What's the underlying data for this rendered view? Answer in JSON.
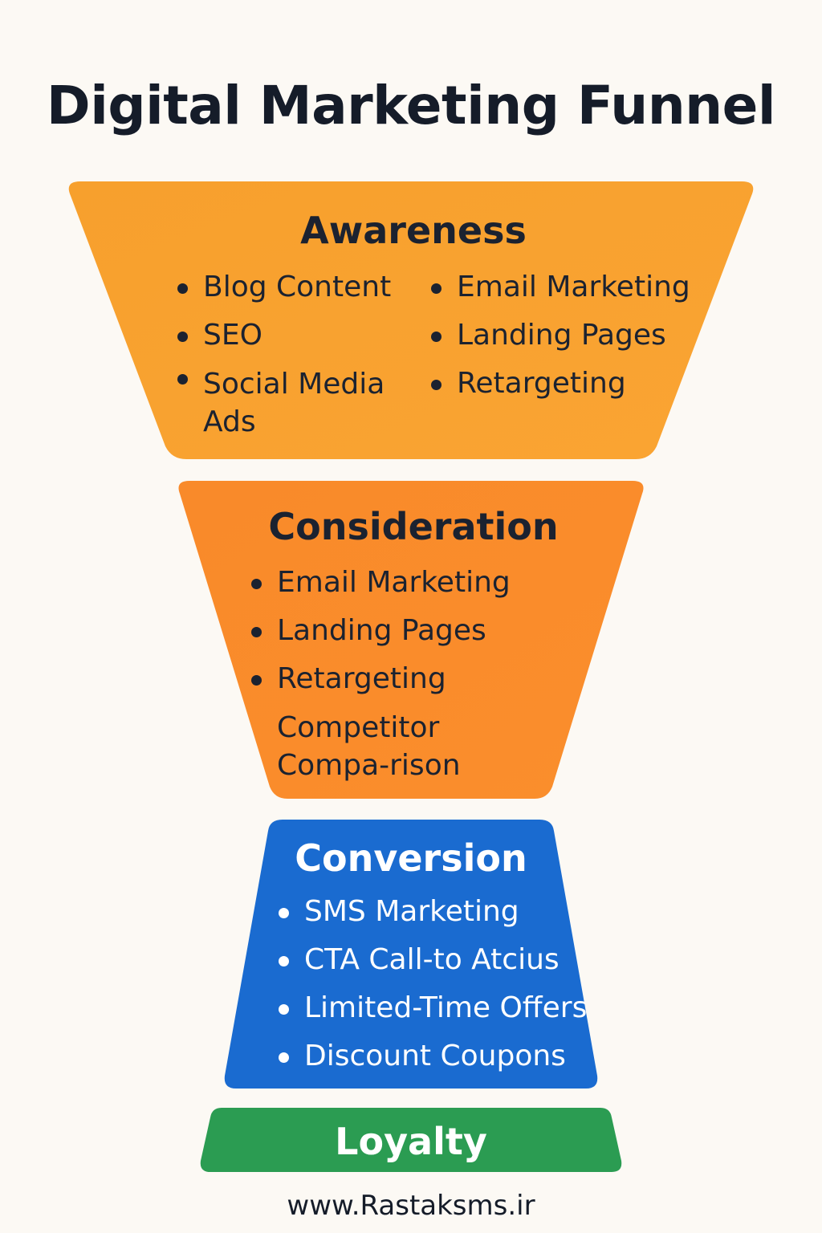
{
  "title": "Digital Marketing Funnel",
  "colors": {
    "awareness": "#f8a02e",
    "consideration": "#f98b2b",
    "conversion": "#1a6bd0",
    "loyalty": "#2b9c52",
    "background": "#fcf9f4"
  },
  "stages": {
    "awareness": {
      "title": "Awareness",
      "col1": [
        "Blog Content",
        "SEO",
        "Social Media Ads"
      ],
      "col2": [
        "Email Marketing",
        "Landing Pages",
        "Retargeting"
      ]
    },
    "consideration": {
      "title": "Consideration",
      "items": [
        "Email Marketing",
        "Landing Pages",
        "Retargeting",
        "Competitor Compa-rison"
      ]
    },
    "conversion": {
      "title": "Conversion",
      "items": [
        "SMS Marketing",
        "CTA Call-to Atcius",
        "Limited-Time Offers",
        "Discount Coupons"
      ]
    },
    "loyalty": {
      "title": "Loyalty"
    }
  },
  "footer": "www.Rastaksms.ir"
}
